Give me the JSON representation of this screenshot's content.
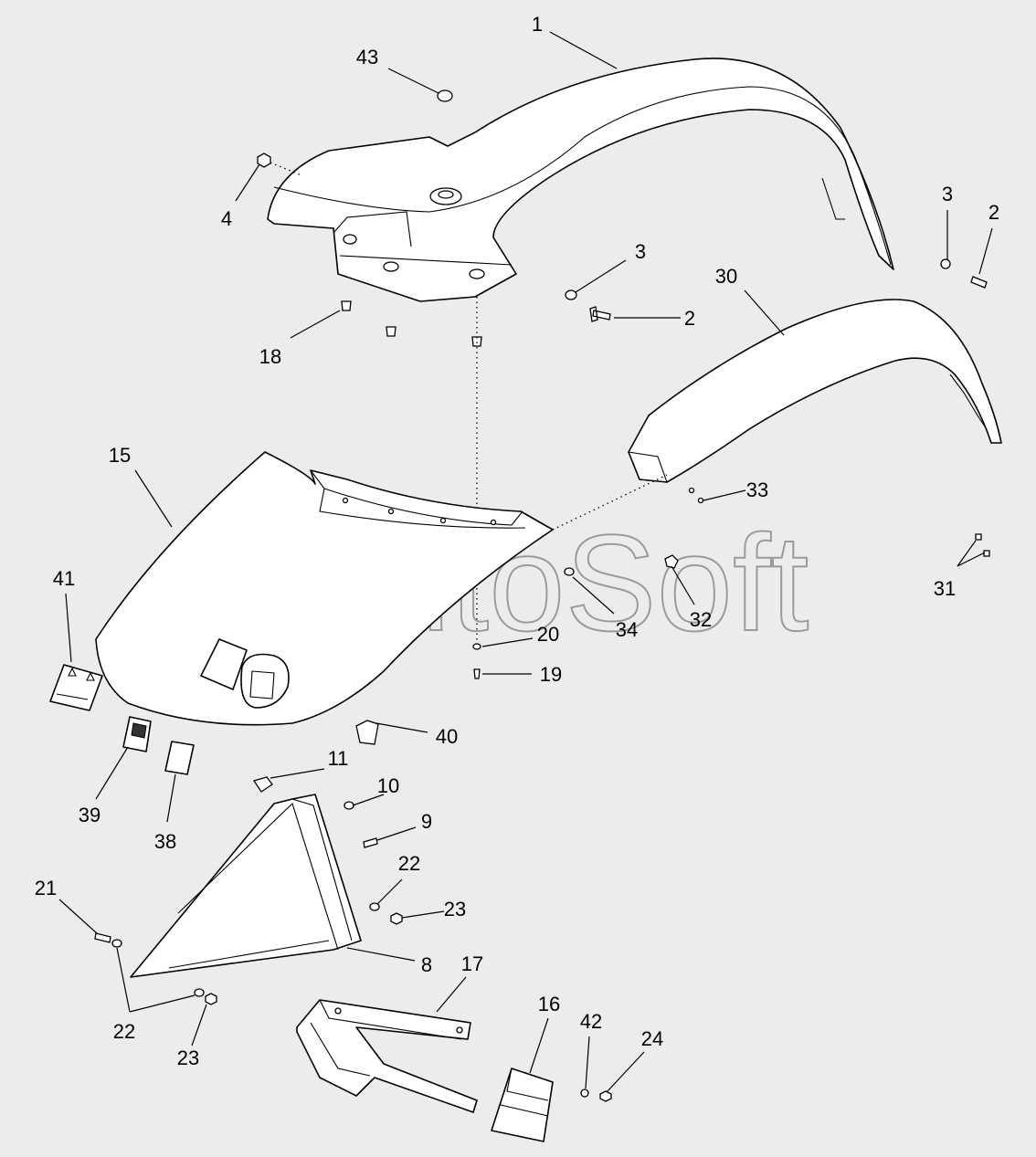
{
  "watermark": "AutoSoft",
  "callouts": [
    {
      "id": "c1",
      "label": "1"
    },
    {
      "id": "c43",
      "label": "43"
    },
    {
      "id": "c4",
      "label": "4"
    },
    {
      "id": "c3a",
      "label": "3"
    },
    {
      "id": "c2a",
      "label": "2"
    },
    {
      "id": "c3b",
      "label": "3"
    },
    {
      "id": "c2b",
      "label": "2"
    },
    {
      "id": "c30",
      "label": "30"
    },
    {
      "id": "c18",
      "label": "18"
    },
    {
      "id": "c15",
      "label": "15"
    },
    {
      "id": "c33",
      "label": "33"
    },
    {
      "id": "c31",
      "label": "31"
    },
    {
      "id": "c41",
      "label": "41"
    },
    {
      "id": "c34",
      "label": "34"
    },
    {
      "id": "c32",
      "label": "32"
    },
    {
      "id": "c20",
      "label": "20"
    },
    {
      "id": "c19",
      "label": "19"
    },
    {
      "id": "c40",
      "label": "40"
    },
    {
      "id": "c39",
      "label": "39"
    },
    {
      "id": "c38",
      "label": "38"
    },
    {
      "id": "c11",
      "label": "11"
    },
    {
      "id": "c10",
      "label": "10"
    },
    {
      "id": "c9",
      "label": "9"
    },
    {
      "id": "c22a",
      "label": "22"
    },
    {
      "id": "c23a",
      "label": "23"
    },
    {
      "id": "c21",
      "label": "21"
    },
    {
      "id": "c8",
      "label": "8"
    },
    {
      "id": "c17",
      "label": "17"
    },
    {
      "id": "c22b",
      "label": "22"
    },
    {
      "id": "c23b",
      "label": "23"
    },
    {
      "id": "c16",
      "label": "16"
    },
    {
      "id": "c42",
      "label": "42"
    },
    {
      "id": "c24",
      "label": "24"
    }
  ]
}
